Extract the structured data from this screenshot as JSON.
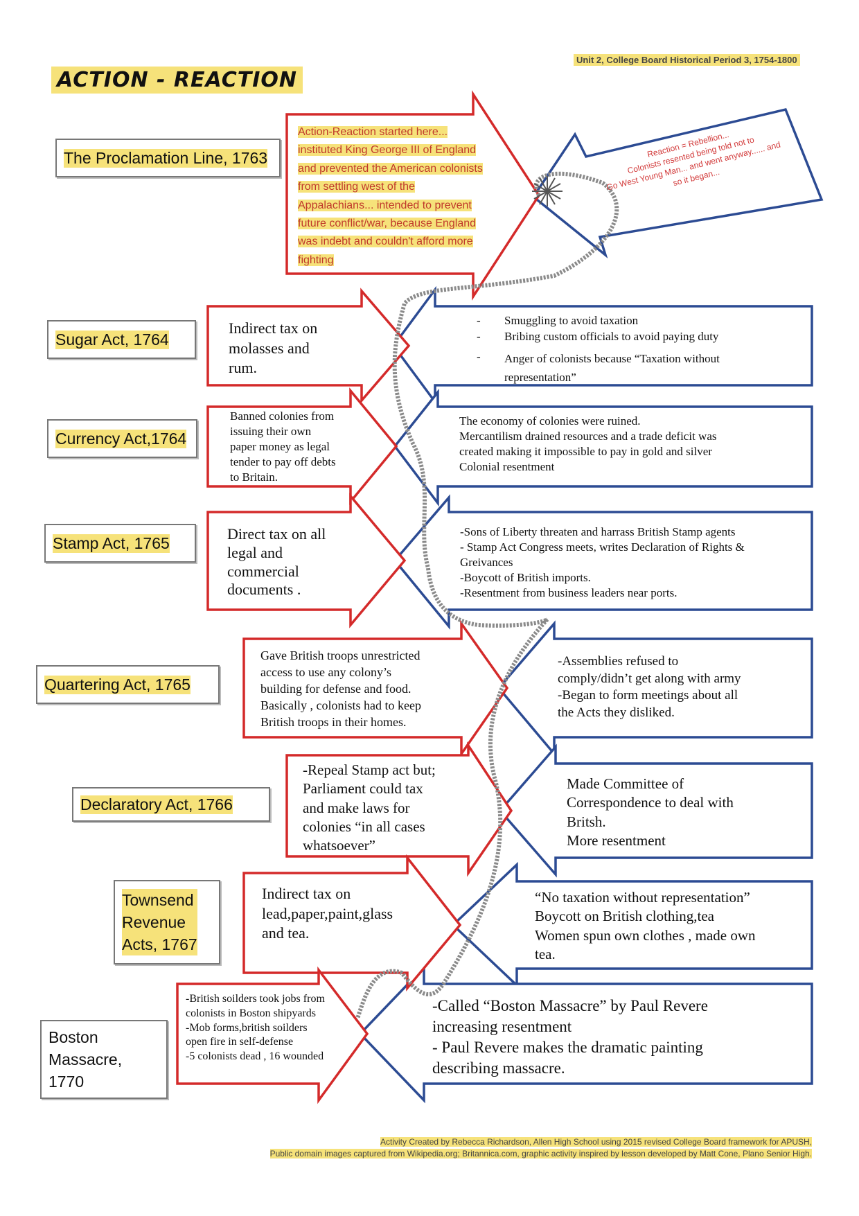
{
  "page": {
    "title": "ACTION - REACTION",
    "unit_label": "Unit 2, College Board Historical Period 3, 1754-1800",
    "credits": [
      "Activity Created by Rebecca Richardson, Allen High School using 2015 revised College Board framework for APUSH,",
      "Public domain images captured from Wikipedia.org; Britannica.com, graphic activity inspired by lesson developed by Matt Cone, Plano Senior High."
    ]
  },
  "colors": {
    "action": "#d42a2a",
    "reaction": "#2c4b93",
    "highlight": "#f6e27a",
    "box_border": "#777777",
    "rope": "#8a8a8a"
  },
  "events": [
    {
      "label": "The Proclamation Line, 1763",
      "action": "Action-Reaction started here...\ninstituted King George III of England\nand prevented the American colonists\nfrom settling west of the\nAppalachians... intended to prevent\nfuture conflict/war, because England\nwas indebt and couldn't afford more\nfighting",
      "reaction": "Reaction = Rebellion...\nColonists resented being told not to\nGo West Young Man... and went anyway...... and\nso it began..."
    },
    {
      "label": "Sugar Act, 1764",
      "action": "Indirect tax on\nmolasses and\nrum.",
      "reaction": [
        "Smuggling to avoid taxation",
        "Bribing custom officials to avoid paying duty",
        "Anger of colonists because “Taxation without representation”"
      ]
    },
    {
      "label": "Currency Act,1764",
      "action": "Banned colonies from\nissuing their own\npaper money as legal\ntender to pay off debts\nto Britain.",
      "reaction": "The economy of colonies were ruined.\nMercantilism drained resources and a trade deficit was\ncreated making it impossible to pay in gold and silver\nColonial resentment"
    },
    {
      "label": "Stamp Act, 1765",
      "action": "Direct tax on all\nlegal and\ncommercial\ndocuments .",
      "reaction": "-Sons of Liberty threaten and harrass British Stamp agents\n- Stamp Act Congress meets, writes Declaration of Rights &\nGreivances\n-Boycott of British imports.\n-Resentment from business leaders near ports."
    },
    {
      "label": "Quartering Act, 1765",
      "action": "Gave British troops unrestricted\naccess to use any colony’s\nbuilding for defense and food.\nBasically , colonists had to keep\nBritish troops in their homes.",
      "reaction": "-Assemblies refused to\ncomply/didn’t get along with army\n-Began to form meetings about all\nthe Acts they disliked."
    },
    {
      "label": "Declaratory Act, 1766",
      "action": "-Repeal Stamp act but;\nParliament could tax\nand make laws for\ncolonies “in all cases\nwhatsoever”",
      "reaction": "Made Committee of\nCorrespondence to deal with\nBritsh.\nMore resentment"
    },
    {
      "label": "Townsend\nRevenue\nActs, 1767",
      "action": "Indirect tax on\nlead,paper,paint,glass\nand tea.",
      "reaction": "“No taxation without representation”\nBoycott on British clothing,tea\nWomen spun own clothes , made own\ntea."
    },
    {
      "label": "Boston\nMassacre,\n1770",
      "action": "-British soilders took jobs from\ncolonists in Boston shipyards\n-Mob forms,british soilders\nopen fire in self-defense\n-5 colonists dead , 16 wounded",
      "reaction": "-Called “Boston Massacre” by Paul Revere\nincreasing resentment\n- Paul Revere makes the dramatic painting\ndescribing massacre."
    }
  ]
}
